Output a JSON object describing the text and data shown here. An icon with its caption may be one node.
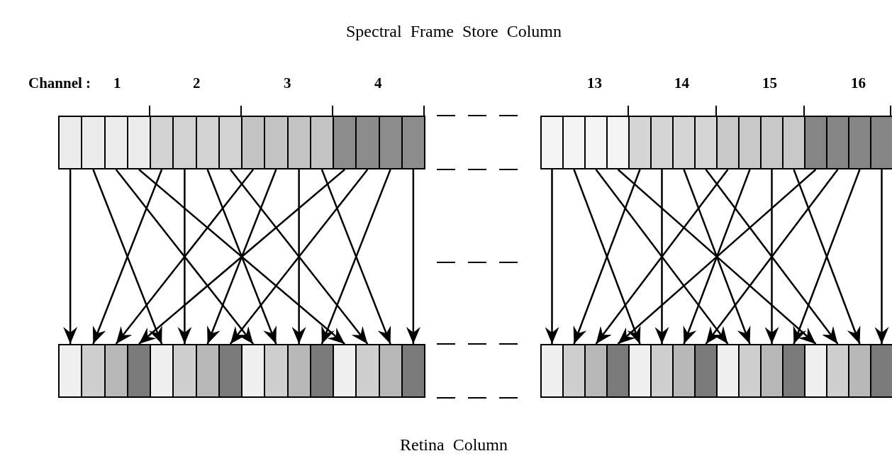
{
  "diagram": {
    "nodes": [
      {
        "text": [],
        "shape": "box"
      },
      {
        "text": [],
        "shape": "box"
      },
      {
        "text": [],
        "shape": "box"
      },
      {
        "text": [],
        "shape": "box"
      },
      {
        "text": [],
        "shape": "box"
      },
      {
        "text": [],
        "shape": "box"
      },
      {
        "text": [],
        "shape": "box"
      },
      {
        "text": [],
        "shape": "box"
      },
      {
        "text": [],
        "shape": "box"
      },
      {
        "text": [],
        "shape": "box"
      },
      {
        "text": [],
        "shape": "box"
      },
      {
        "text": [],
        "shape": "box"
      },
      {
        "text": [],
        "shape": "box"
      },
      {
        "text": [],
        "shape": "box"
      },
      {
        "text": [],
        "shape": "box"
      },
      {
        "text": [],
        "shape": "box"
      },
      {
        "text": [],
        "shape": "box"
      },
      {
        "text": [],
        "shape": "box"
      },
      {
        "text": [],
        "shape": "box"
      },
      {
        "text": [],
        "shape": "box"
      },
      {
        "text": [],
        "shape": "box"
      },
      {
        "text": [],
        "shape": "box"
      },
      {
        "text": [],
        "shape": "box"
      },
      {
        "text": [],
        "shape": "box"
      },
      {
        "text": [],
        "shape": "box"
      },
      {
        "text": [],
        "shape": "box"
      },
      {
        "text": [],
        "shape": "box"
      },
      {
        "text": [],
        "shape": "box"
      },
      {
        "text": [],
        "shape": "box"
      },
      {
        "text": [],
        "shape": "box"
      },
      {
        "text": [],
        "shape": "box"
      },
      {
        "text": [],
        "shape": "box"
      },
      {
        "text": [],
        "shape": "box"
      },
      {
        "text": [],
        "shape": "box"
      },
      {
        "text": [],
        "shape": "box"
      },
      {
        "text": [],
        "shape": "box"
      },
      {
        "text": [],
        "shape": "box"
      },
      {
        "text": [],
        "shape": "box"
      },
      {
        "text": [],
        "shape": "box"
      },
      {
        "text": [],
        "shape": "box"
      },
      {
        "text": [],
        "shape": "box"
      },
      {
        "text": [],
        "shape": "box"
      },
      {
        "text": [],
        "shape": "box"
      },
      {
        "text": [],
        "shape": "box"
      },
      {
        "text": [],
        "shape": "box"
      },
      {
        "text": [],
        "shape": "box"
      },
      {
        "text": [],
        "shape": "box"
      },
      {
        "text": [],
        "shape": "box"
      },
      {
        "text": [],
        "shape": "box"
      },
      {
        "text": [],
        "shape": "box"
      },
      {
        "text": [],
        "shape": "box"
      },
      {
        "text": [],
        "shape": "box"
      },
      {
        "text": [],
        "shape": "box"
      },
      {
        "text": [],
        "shape": "box"
      },
      {
        "text": [],
        "shape": "box"
      },
      {
        "text": [],
        "shape": "box"
      },
      {
        "text": [],
        "shape": "box"
      },
      {
        "text": [],
        "shape": "box"
      },
      {
        "text": [],
        "shape": "box"
      },
      {
        "text": [],
        "shape": "box"
      },
      {
        "text": [],
        "shape": "box"
      },
      {
        "text": [],
        "shape": "box"
      },
      {
        "text": [],
        "shape": "box"
      },
      {
        "text": [],
        "shape": "box"
      }
    ],
    "edges": [
      {
        "from": 0,
        "to": 32,
        "arrow": "to"
      },
      {
        "from": 1,
        "to": 36,
        "arrow": "to"
      },
      {
        "from": 2,
        "to": 40,
        "arrow": "to"
      },
      {
        "from": 3,
        "to": 44,
        "arrow": "to"
      },
      {
        "from": 4,
        "to": 33,
        "arrow": "to"
      },
      {
        "from": 5,
        "to": 37,
        "arrow": "to"
      },
      {
        "from": 6,
        "to": 41,
        "arrow": "to"
      },
      {
        "from": 7,
        "to": 45,
        "arrow": "to"
      },
      {
        "from": 8,
        "to": 34,
        "arrow": "to"
      },
      {
        "from": 9,
        "to": 38,
        "arrow": "to"
      },
      {
        "from": 10,
        "to": 42,
        "arrow": "to"
      },
      {
        "from": 11,
        "to": 46,
        "arrow": "to"
      },
      {
        "from": 12,
        "to": 35,
        "arrow": "to"
      },
      {
        "from": 13,
        "to": 39,
        "arrow": "to"
      },
      {
        "from": 14,
        "to": 43,
        "arrow": "to"
      },
      {
        "from": 15,
        "to": 47,
        "arrow": "to"
      },
      {
        "from": 16,
        "to": 48,
        "arrow": "to"
      },
      {
        "from": 17,
        "to": 52,
        "arrow": "to"
      },
      {
        "from": 18,
        "to": 56,
        "arrow": "to"
      },
      {
        "from": 19,
        "to": 60,
        "arrow": "to"
      },
      {
        "from": 20,
        "to": 49,
        "arrow": "to"
      },
      {
        "from": 21,
        "to": 53,
        "arrow": "to"
      },
      {
        "from": 22,
        "to": 57,
        "arrow": "to"
      },
      {
        "from": 23,
        "to": 61,
        "arrow": "to"
      },
      {
        "from": 24,
        "to": 50,
        "arrow": "to"
      },
      {
        "from": 25,
        "to": 54,
        "arrow": "to"
      },
      {
        "from": 26,
        "to": 58,
        "arrow": "to"
      },
      {
        "from": 27,
        "to": 62,
        "arrow": "to"
      },
      {
        "from": 28,
        "to": 51,
        "arrow": "to"
      },
      {
        "from": 29,
        "to": 55,
        "arrow": "to"
      },
      {
        "from": 30,
        "to": 59,
        "arrow": "to"
      },
      {
        "from": 31,
        "to": 63,
        "arrow": "to"
      }
    ],
    "labels": [
      "Spectral Frame Store Column",
      "Channel :",
      "1",
      "2",
      "3",
      "4",
      "13",
      "14",
      "15",
      "16",
      "Retina Column"
    ]
  }
}
